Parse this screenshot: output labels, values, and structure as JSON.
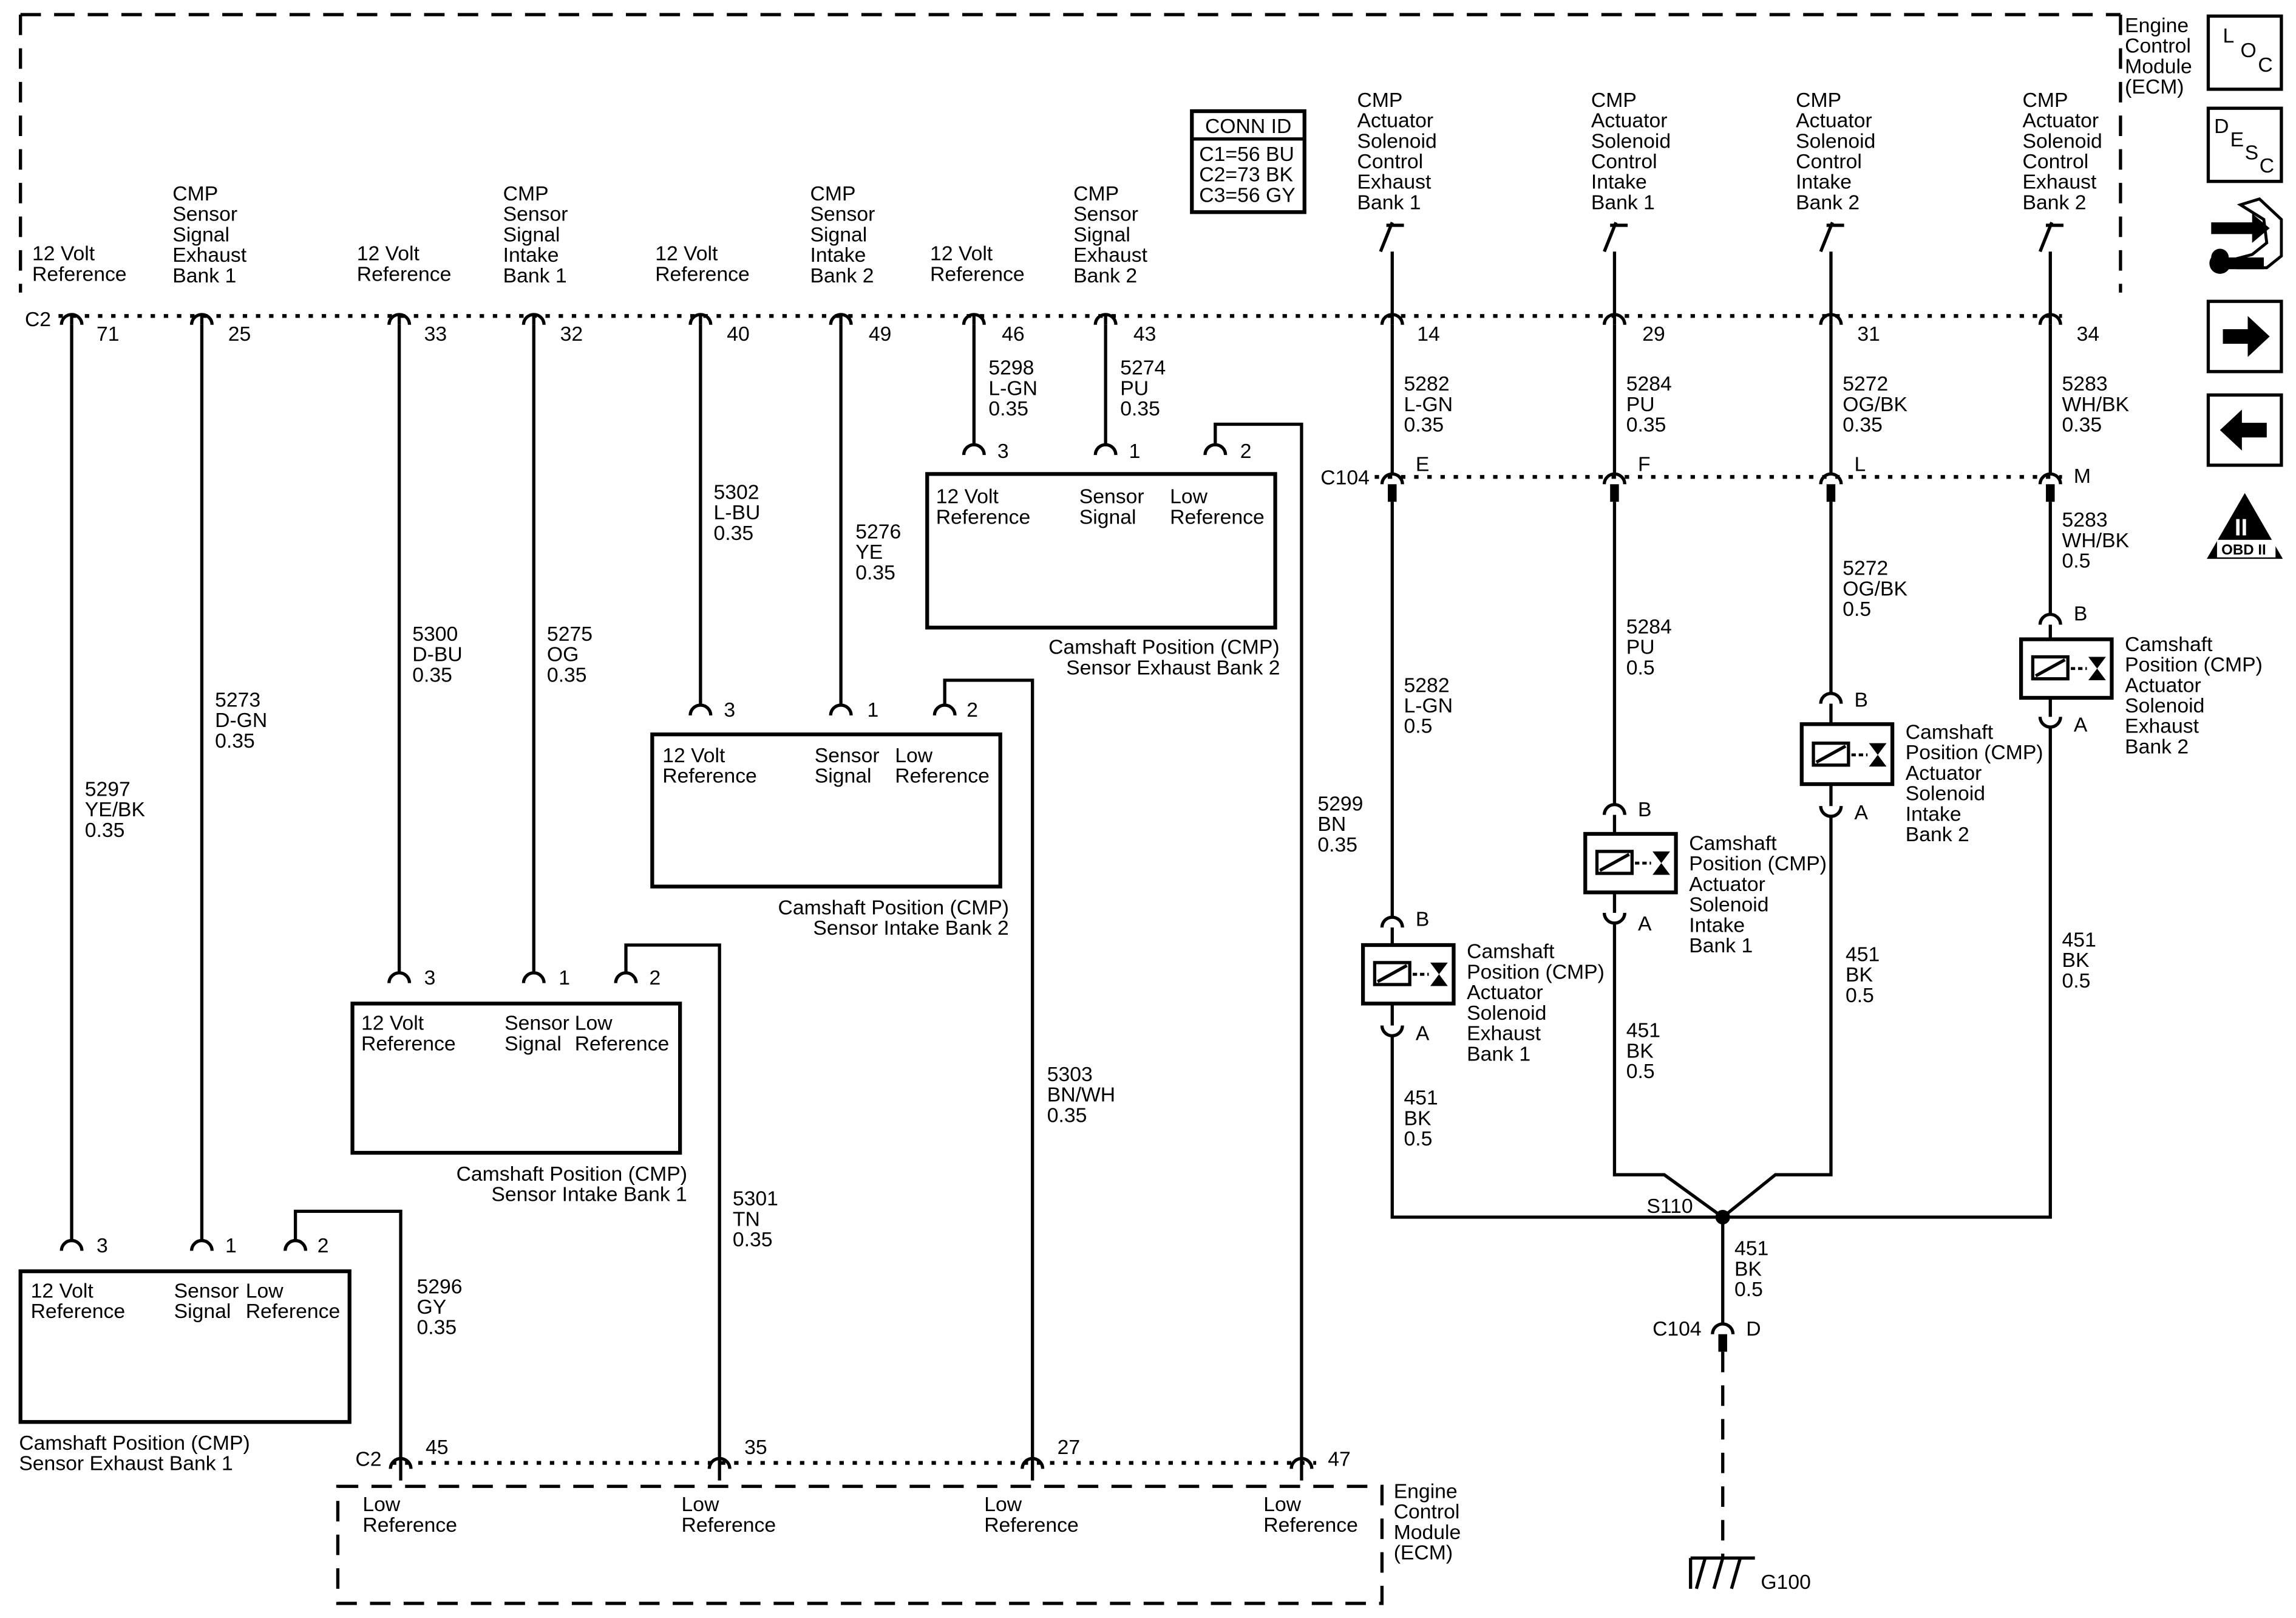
{
  "ecm_top": {
    "title": [
      "Engine",
      "Control",
      "Module",
      "(ECM)"
    ],
    "conn_id": {
      "header": "CONN ID",
      "lines": [
        "C1=56 BU",
        "C2=73 BK",
        "C3=56 GY"
      ]
    },
    "connector": "C2",
    "signals": [
      {
        "label": [
          "12 Volt",
          "Reference"
        ],
        "pin": "71"
      },
      {
        "label": [
          "CMP",
          "Sensor",
          "Signal",
          "Exhaust",
          "Bank 1"
        ],
        "pin": "25"
      },
      {
        "label": [
          "12 Volt",
          "Reference"
        ],
        "pin": "33"
      },
      {
        "label": [
          "CMP",
          "Sensor",
          "Signal",
          "Intake",
          "Bank 1"
        ],
        "pin": "32"
      },
      {
        "label": [
          "12 Volt",
          "Reference"
        ],
        "pin": "40"
      },
      {
        "label": [
          "CMP",
          "Sensor",
          "Signal",
          "Intake",
          "Bank 2"
        ],
        "pin": "49"
      },
      {
        "label": [
          "12 Volt",
          "Reference"
        ],
        "pin": "46"
      },
      {
        "label": [
          "CMP",
          "Sensor",
          "Signal",
          "Exhaust",
          "Bank 2"
        ],
        "pin": "43"
      },
      {
        "label": [
          "CMP",
          "Actuator",
          "Solenoid",
          "Control",
          "Exhaust",
          "Bank 1"
        ],
        "pin": "14"
      },
      {
        "label": [
          "CMP",
          "Actuator",
          "Solenoid",
          "Control",
          "Intake",
          "Bank 1"
        ],
        "pin": "29"
      },
      {
        "label": [
          "CMP",
          "Actuator",
          "Solenoid",
          "Control",
          "Intake",
          "Bank 2"
        ],
        "pin": "31"
      },
      {
        "label": [
          "CMP",
          "Actuator",
          "Solenoid",
          "Control",
          "Exhaust",
          "Bank 2"
        ],
        "pin": "34"
      }
    ]
  },
  "wires": {
    "w5297": [
      "5297",
      "YE/BK",
      "0.35"
    ],
    "w5273": [
      "5273",
      "D-GN",
      "0.35"
    ],
    "w5300": [
      "5300",
      "D-BU",
      "0.35"
    ],
    "w5275": [
      "5275",
      "OG",
      "0.35"
    ],
    "w5302": [
      "5302",
      "L-BU",
      "0.35"
    ],
    "w5276": [
      "5276",
      "YE",
      "0.35"
    ],
    "w5298": [
      "5298",
      "L-GN",
      "0.35"
    ],
    "w5274": [
      "5274",
      "PU",
      "0.35"
    ],
    "w5299": [
      "5299",
      "BN",
      "0.35"
    ],
    "w5303": [
      "5303",
      "BN/WH",
      "0.35"
    ],
    "w5301": [
      "5301",
      "TN",
      "0.35"
    ],
    "w5296": [
      "5296",
      "GY",
      "0.35"
    ],
    "w5282a": [
      "5282",
      "L-GN",
      "0.35"
    ],
    "w5282b": [
      "5282",
      "L-GN",
      "0.5"
    ],
    "w5284a": [
      "5284",
      "PU",
      "0.35"
    ],
    "w5284b": [
      "5284",
      "PU",
      "0.5"
    ],
    "w5272a": [
      "5272",
      "OG/BK",
      "0.35"
    ],
    "w5272b": [
      "5272",
      "OG/BK",
      "0.5"
    ],
    "w5283a": [
      "5283",
      "WH/BK",
      "0.35"
    ],
    "w5283b": [
      "5283",
      "WH/BK",
      "0.5"
    ],
    "w451_1": [
      "451",
      "BK",
      "0.5"
    ],
    "w451_2": [
      "451",
      "BK",
      "0.5"
    ],
    "w451_3": [
      "451",
      "BK",
      "0.5"
    ],
    "w451_4": [
      "451",
      "BK",
      "0.5"
    ],
    "w451_main": [
      "451",
      "BK",
      "0.5"
    ]
  },
  "c104": {
    "name": "C104",
    "pins": [
      "E",
      "F",
      "L",
      "M"
    ],
    "ground_pin": "D"
  },
  "splice": "S110",
  "ground": "G100",
  "sensors": {
    "exhaust_b2": {
      "pins": [
        "3",
        "1",
        "2"
      ],
      "terms": [
        [
          "12 Volt",
          "Reference"
        ],
        [
          "Sensor",
          "Signal"
        ],
        [
          "Low",
          "Reference"
        ]
      ],
      "caption": [
        "Camshaft Position (CMP)",
        "Sensor Exhaust Bank 2"
      ]
    },
    "intake_b2": {
      "pins": [
        "3",
        "1",
        "2"
      ],
      "terms": [
        [
          "12 Volt",
          "Reference"
        ],
        [
          "Sensor",
          "Signal"
        ],
        [
          "Low",
          "Reference"
        ]
      ],
      "caption": [
        "Camshaft Position (CMP)",
        "Sensor Intake Bank 2"
      ]
    },
    "intake_b1": {
      "pins": [
        "3",
        "1",
        "2"
      ],
      "terms": [
        [
          "12 Volt",
          "Reference"
        ],
        [
          "Sensor",
          "Signal"
        ],
        [
          "Low",
          "Reference"
        ]
      ],
      "caption": [
        "Camshaft Position (CMP)",
        "Sensor Intake Bank 1"
      ]
    },
    "exhaust_b1": {
      "pins": [
        "3",
        "1",
        "2"
      ],
      "terms": [
        [
          "12 Volt",
          "Reference"
        ],
        [
          "Sensor",
          "Signal"
        ],
        [
          "Low",
          "Reference"
        ]
      ],
      "caption": [
        "Camshaft Position (CMP)",
        "Sensor Exhaust Bank 1"
      ]
    }
  },
  "solenoids": {
    "exh_b1": {
      "pins": [
        "B",
        "A"
      ],
      "label": [
        "Camshaft",
        "Position (CMP)",
        "Actuator",
        "Solenoid",
        "Exhaust",
        "Bank 1"
      ]
    },
    "int_b1": {
      "pins": [
        "B",
        "A"
      ],
      "label": [
        "Camshaft",
        "Position (CMP)",
        "Actuator",
        "Solenoid",
        "Intake",
        "Bank 1"
      ]
    },
    "int_b2": {
      "pins": [
        "B",
        "A"
      ],
      "label": [
        "Camshaft",
        "Position (CMP)",
        "Actuator",
        "Solenoid",
        "Intake",
        "Bank 2"
      ]
    },
    "exh_b2": {
      "pins": [
        "B",
        "A"
      ],
      "label": [
        "Camshaft",
        "Position (CMP)",
        "Actuator",
        "Solenoid",
        "Exhaust",
        "Bank 2"
      ]
    }
  },
  "ecm_bottom": {
    "title": [
      "Engine",
      "Control",
      "Module",
      "(ECM)"
    ],
    "connector": "C2",
    "pins": [
      "45",
      "35",
      "27",
      "47"
    ],
    "term_label": [
      "Low",
      "Reference"
    ]
  },
  "side_icons": {
    "loc": [
      "L",
      "O",
      "C"
    ],
    "desc": [
      "D",
      "E",
      "S",
      "C"
    ],
    "tools_icon": "wrench-arrows-icon",
    "next_icon": "arrow-right-icon",
    "prev_icon": "arrow-left-icon",
    "obd": [
      "II",
      "OBD II"
    ]
  }
}
